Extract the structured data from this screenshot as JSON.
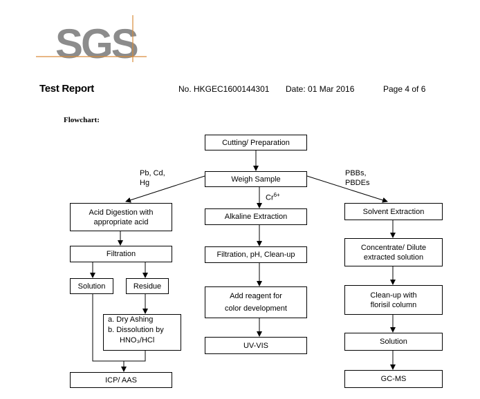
{
  "logo": {
    "text": "SGS",
    "color": "#8c8c8c",
    "line_color": "#d98b3a"
  },
  "header": {
    "title": "Test Report",
    "report_no": "No. HKGEC1600144301",
    "date": "Date: 01 Mar 2016",
    "page": "Page 4 of 6"
  },
  "flowchart": {
    "label": "Flowchart:",
    "boxes": {
      "cutting": "Cutting/ Preparation",
      "weigh": "Weigh Sample",
      "acid_line1": "Acid Digestion with",
      "acid_line2": "appropriate acid",
      "filtration_left": "Filtration",
      "solution_left": "Solution",
      "residue": "Residue",
      "ashing_a": "a.  Dry Ashing",
      "ashing_b": "b.  Dissolution by",
      "ashing_c": "HNO₃/HCl",
      "icp": "ICP/ AAS",
      "alkaline": "Alkaline Extraction",
      "filtration_mid": "Filtration, pH, Clean-up",
      "reagent_line1": "Add reagent for",
      "reagent_line2": "color development",
      "uvvis": "UV-VIS",
      "solvent": "Solvent Extraction",
      "concentrate_line1": "Concentrate/ Dilute",
      "concentrate_line2": "extracted solution",
      "cleanup_line1": "Clean-up with",
      "cleanup_line2": "florisil column",
      "solution_right": "Solution",
      "gcms": "GC-MS"
    },
    "notes": {
      "metals_line1": "Pb, Cd,",
      "metals_line2": "Hg",
      "cr": "Cr",
      "cr_sup": "6+",
      "pbb_line1": "PBBs,",
      "pbb_line2": "PBDEs"
    }
  }
}
